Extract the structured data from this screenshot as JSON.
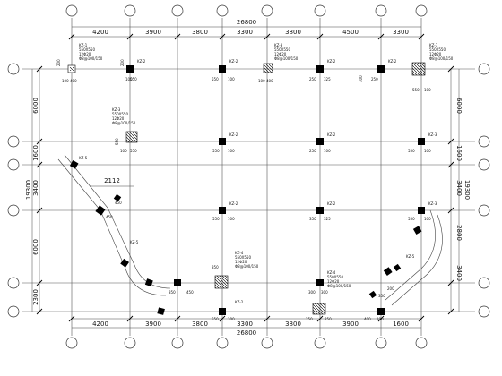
{
  "plan": {
    "overall_top": "26800",
    "overall_bottom": "26800",
    "top_spans": [
      "4200",
      "3900",
      "3800",
      "3300",
      "3800",
      "4500",
      "3300"
    ],
    "bottom_spans": [
      "4200",
      "3900",
      "3800",
      "3300",
      "3800",
      "3900",
      "1600"
    ],
    "left_spans": [
      "6000",
      "1600",
      "3400",
      "6000",
      "2300"
    ],
    "left_total": "19300",
    "right_spans": [
      "6000",
      "1600",
      "3400",
      "2800",
      "3400"
    ],
    "right_total": "19300",
    "ramp_dim": "2112",
    "col_labels": {
      "K2_1": "KZ-1",
      "K2_2": "KZ-2",
      "K2_3": "KZ-3",
      "K2_4": "KZ-4",
      "K2_5": "KZ-5"
    },
    "col_dims": {
      "d100": "100",
      "d200": "200",
      "d250": "250",
      "d300": "300",
      "d325": "325",
      "d350": "350",
      "d400": "400",
      "d450": "450",
      "d550": "550"
    },
    "col_details": {
      "section": "550X550",
      "bars": "12Φ20",
      "stirrup": "Φ8@100/150"
    }
  }
}
